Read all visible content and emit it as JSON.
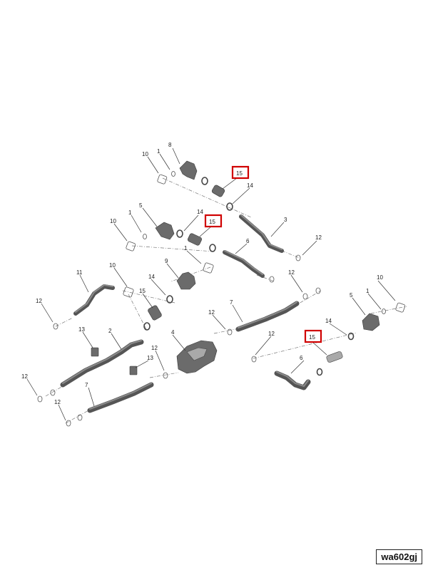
{
  "diagram": {
    "reference_code": "wa602gj",
    "highlighted_part": "15",
    "callouts": {
      "c10a": "10",
      "c1a": "1",
      "c8": "8",
      "c15a": "15",
      "c14a": "14",
      "c5a": "5",
      "c1b": "1",
      "c10b": "10",
      "c14b": "14",
      "c15b": "15",
      "c3": "3",
      "c12a": "12",
      "c1c": "1",
      "c6a": "6",
      "c9": "9",
      "c11": "11",
      "c10c": "10",
      "c14c": "14",
      "c15c": "15",
      "c12b": "12",
      "c10d": "10",
      "c5b": "5",
      "c1d": "1",
      "c7a": "7",
      "c12c": "12",
      "c12d": "12",
      "c14d": "14",
      "c13a": "13",
      "c2": "2",
      "c4": "4",
      "c12e": "12",
      "c13b": "13",
      "c15d": "15",
      "c12f": "12",
      "c6b": "6",
      "c7b": "7",
      "c12g": "12"
    },
    "colors": {
      "highlight": "#d00000",
      "part": "#6b6b6b",
      "line": "#333333"
    }
  }
}
